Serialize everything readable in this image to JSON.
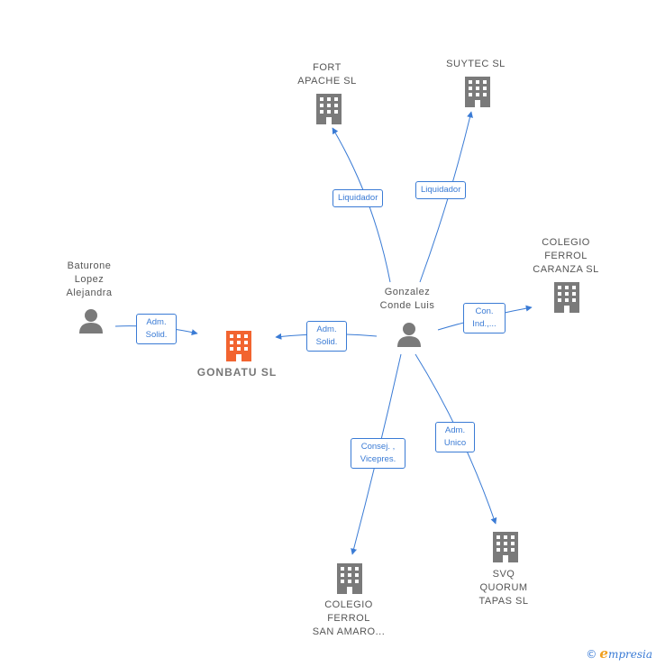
{
  "colors": {
    "edge": "#3a7bd5",
    "building_gray": "#7a7a7a",
    "building_main": "#f26430",
    "person": "#7a7a7a"
  },
  "nodes": {
    "fort_apache": {
      "label": "FORT\nAPACHE  SL",
      "icon": "building-icon"
    },
    "suytec": {
      "label": "SUYTEC SL",
      "icon": "building-icon"
    },
    "colegio_caranza": {
      "label": "COLEGIO\nFERROL\nCARANZA  SL",
      "icon": "building-icon"
    },
    "baturone": {
      "label": "Baturone\nLopez\nAlejandra",
      "icon": "person-icon"
    },
    "gonzalez": {
      "label": "Gonzalez\nConde Luis",
      "icon": "person-icon"
    },
    "gonbatu": {
      "label": "GONBATU  SL",
      "icon": "building-icon"
    },
    "colegio_san_amaro": {
      "label": "COLEGIO\nFERROL\nSAN AMARO...",
      "icon": "building-icon"
    },
    "svq_quorum": {
      "label": "SVQ\nQUORUM\nTAPAS  SL",
      "icon": "building-icon"
    }
  },
  "edges": {
    "liquidador_fort": "Liquidador",
    "liquidador_suytec": "Liquidador",
    "con_ind": "Con.\nInd.,...",
    "adm_solid_baturone": "Adm.\nSolid.",
    "adm_solid_gonzalez": "Adm.\nSolid.",
    "consej_vicepres": "Consej. ,\nVicepres.",
    "adm_unico": "Adm.\nUnico"
  },
  "footer": {
    "copyright": "©",
    "brand_first": "e",
    "brand_rest": "mpresia"
  }
}
